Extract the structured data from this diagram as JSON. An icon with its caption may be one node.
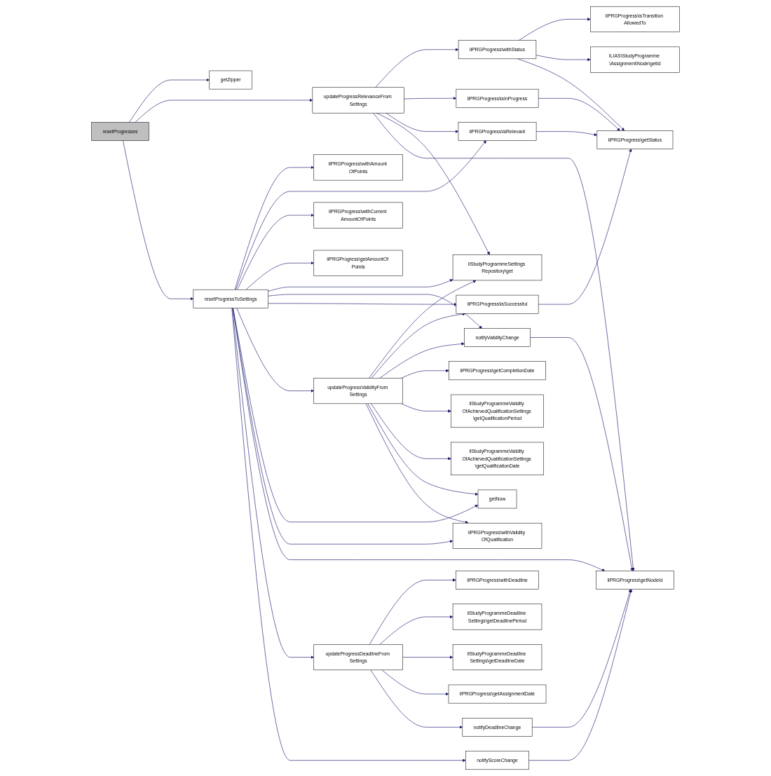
{
  "diagram": {
    "nodes": [
      {
        "text": [
          "resetProgresses"
        ]
      },
      {
        "text": [
          "getZipper"
        ]
      },
      {
        "text": [
          "updateProgressRelevanceFrom Settings"
        ]
      },
      {
        "text": [
          "resetProgressToSettings"
        ]
      },
      {
        "text": [
          "ilPRGProgress\\withStatus"
        ]
      },
      {
        "text": [
          "ilPRGProgress\\isTransition AllowedTo"
        ]
      },
      {
        "text": [
          "ILIAS\\StudyProgramme \\Assignment\\Node\\getId"
        ]
      },
      {
        "text": [
          "ilPRGProgress\\isInProgress"
        ]
      },
      {
        "text": [
          "ilPRGProgress\\getStatus"
        ]
      },
      {
        "text": [
          "ilPRGProgress\\withAmount OfPoints"
        ]
      },
      {
        "text": [
          "ilPRGProgress\\isRelevant"
        ]
      },
      {
        "text": [
          "ilStudyProgrammeSettings Repository\\get"
        ]
      },
      {
        "text": [
          "ilPRGProgress\\withCurrent AmountOfPoints"
        ]
      },
      {
        "text": [
          "ilPRGProgress\\isSuccessful"
        ]
      },
      {
        "text": [
          "ilPRGProgress\\getAmountOf Points"
        ]
      },
      {
        "text": [
          "notifyValidityChange"
        ]
      },
      {
        "text": [
          "ilPRGProgress\\getCompletionDate"
        ]
      },
      {
        "text": [
          "updateProgressValidityFrom Settings"
        ]
      },
      {
        "text": [
          "ilStudyProgrammeValidity OfAchievedQualificationSettings \\getQualificationPeriod"
        ]
      },
      {
        "text": [
          "ilStudyProgrammeValidity OfAchievedQualificationSettings \\getQualificationDate"
        ]
      },
      {
        "text": [
          "getNow"
        ]
      },
      {
        "text": [
          "ilPRGProgress\\withValidity OfQualification"
        ]
      },
      {
        "text": [
          "ilPRGProgress\\getNodeId"
        ]
      },
      {
        "text": [
          "ilPRGProgress\\withDeadline"
        ]
      },
      {
        "text": [
          "updateProgressDeadlineFrom Settings"
        ]
      },
      {
        "text": [
          "ilStudyProgrammeDeadline Settings\\getDeadlinePeriod"
        ]
      },
      {
        "text": [
          "ilStudyProgrammeDeadline Settings\\getDeadlineDate"
        ]
      },
      {
        "text": [
          "ilPRGProgress\\getAssignmentDate"
        ]
      },
      {
        "text": [
          "notifyScoreChange"
        ]
      },
      {
        "text": [
          "notifyDeadlineChange"
        ]
      }
    ],
    "edges": [
      {
        "from": 0,
        "to": 1,
        "arrow": "to"
      },
      {
        "from": 0,
        "to": 2,
        "arrow": "to"
      },
      {
        "from": 0,
        "to": 3,
        "arrow": "to"
      },
      {
        "from": 2,
        "to": 4,
        "arrow": "to"
      },
      {
        "from": 2,
        "to": 7,
        "arrow": "to"
      },
      {
        "from": 2,
        "to": 10,
        "arrow": "to"
      },
      {
        "from": 2,
        "to": 11,
        "arrow": "to"
      },
      {
        "from": 2,
        "to": 22,
        "arrow": "to"
      },
      {
        "from": 4,
        "to": 5,
        "arrow": "to"
      },
      {
        "from": 4,
        "to": 6,
        "arrow": "to"
      },
      {
        "from": 4,
        "to": 8,
        "arrow": "to"
      },
      {
        "from": 7,
        "to": 8,
        "arrow": "to"
      },
      {
        "from": 10,
        "to": 8,
        "arrow": "to"
      },
      {
        "from": 13,
        "to": 8,
        "arrow": "to"
      },
      {
        "from": 15,
        "to": 22,
        "arrow": "to"
      },
      {
        "from": 3,
        "to": 9,
        "arrow": "to"
      },
      {
        "from": 3,
        "to": 10,
        "arrow": "to"
      },
      {
        "from": 3,
        "to": 12,
        "arrow": "to"
      },
      {
        "from": 3,
        "to": 13,
        "arrow": "to"
      },
      {
        "from": 3,
        "to": 14,
        "arrow": "to"
      },
      {
        "from": 3,
        "to": 11,
        "arrow": "to"
      },
      {
        "from": 3,
        "to": 15,
        "arrow": "to"
      },
      {
        "from": 3,
        "to": 17,
        "arrow": "to"
      },
      {
        "from": 3,
        "to": 20,
        "arrow": "to"
      },
      {
        "from": 3,
        "to": 21,
        "arrow": "to"
      },
      {
        "from": 3,
        "to": 22,
        "arrow": "to"
      },
      {
        "from": 3,
        "to": 24,
        "arrow": "to"
      },
      {
        "from": 3,
        "to": 28,
        "arrow": "to"
      },
      {
        "from": 17,
        "to": 11,
        "arrow": "to"
      },
      {
        "from": 17,
        "to": 13,
        "arrow": "to"
      },
      {
        "from": 17,
        "to": 15,
        "arrow": "to"
      },
      {
        "from": 17,
        "to": 16,
        "arrow": "to"
      },
      {
        "from": 17,
        "to": 18,
        "arrow": "to"
      },
      {
        "from": 17,
        "to": 19,
        "arrow": "to"
      },
      {
        "from": 17,
        "to": 20,
        "arrow": "to"
      },
      {
        "from": 17,
        "to": 21,
        "arrow": "to"
      },
      {
        "from": 24,
        "to": 23,
        "arrow": "to"
      },
      {
        "from": 24,
        "to": 25,
        "arrow": "to"
      },
      {
        "from": 24,
        "to": 26,
        "arrow": "to"
      },
      {
        "from": 24,
        "to": 27,
        "arrow": "to"
      },
      {
        "from": 24,
        "to": 29,
        "arrow": "to"
      },
      {
        "from": 29,
        "to": 22,
        "arrow": "to"
      },
      {
        "from": 28,
        "to": 22,
        "arrow": "to"
      }
    ]
  }
}
